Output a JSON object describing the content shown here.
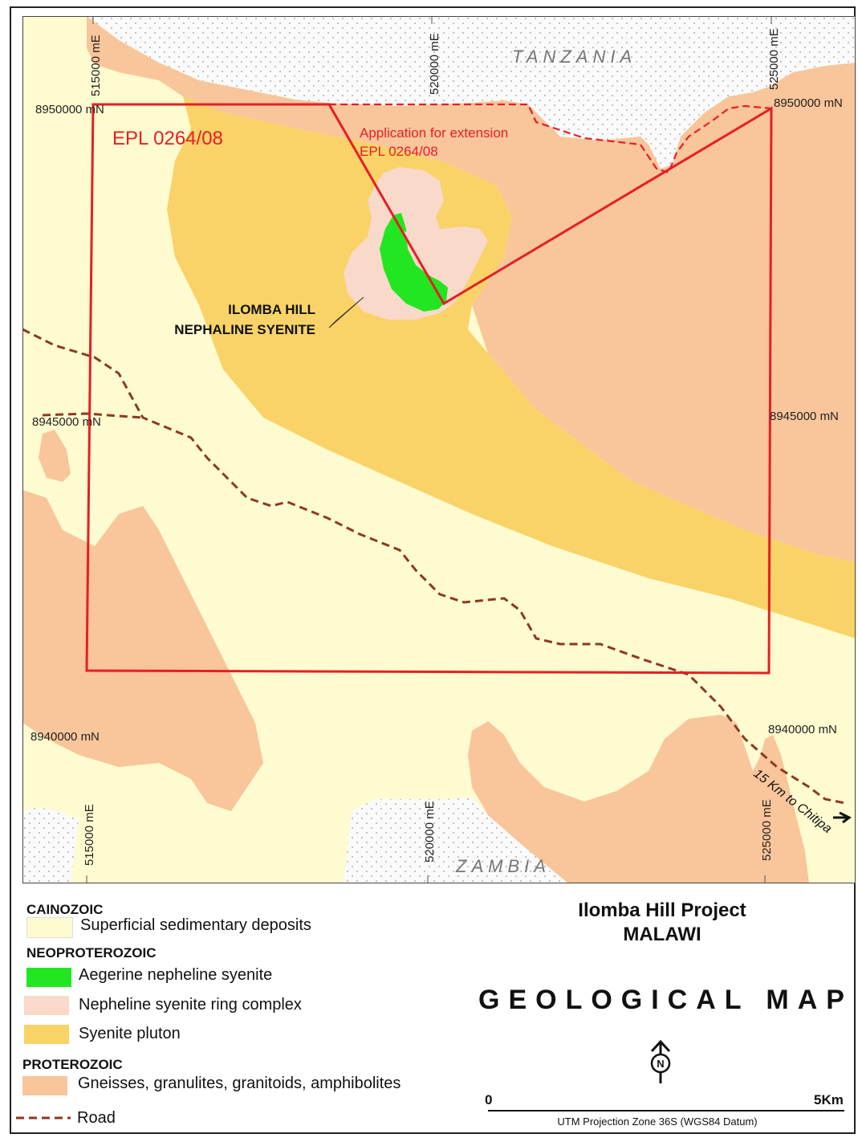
{
  "map": {
    "country_north": "TANZANIA",
    "country_south": "ZAMBIA",
    "epl_label": "EPL 0264/08",
    "extension_label_1": "Application for extension",
    "extension_label_2": "EPL 0264/08",
    "feature_label_1": "ILOMBA HILL",
    "feature_label_2": "NEPHALINE SYENITE",
    "road_note": "15 Km to Chitipa",
    "grid_top": [
      "515000 mE",
      "520000 mE",
      "525000 mE"
    ],
    "grid_bottom": [
      "515000 mE",
      "520000 mE",
      "525000 mE"
    ],
    "grid_left": [
      "8950000 mN",
      "8945000 mN",
      "8940000 mN"
    ],
    "grid_right": [
      "8950000 mN",
      "8945000 mN",
      "8940000 mN"
    ],
    "colors": {
      "superficial": "#FEFBD0",
      "aegerine": "#22E622",
      "ring_complex": "#F9D9C9",
      "syenite_pluton": "#F9D367",
      "gneisses": "#F9C59A",
      "boundary": "#E61E25",
      "road": "#8B3A22",
      "outside_country": "#FAFAFA"
    }
  },
  "legend": {
    "cainozoic": "CAINOZOIC",
    "superficial": "Superficial sedimentary deposits",
    "neoproterozoic": "NEOPROTEROZOIC",
    "aegerine": "Aegerine nepheline syenite",
    "ring_complex": "Nepheline syenite ring complex",
    "syenite_pluton": "Syenite pluton",
    "proterozoic": "PROTEROZOIC",
    "gneisses": "Gneisses, granulites, granitoids, amphibolites",
    "road": "Road"
  },
  "title": {
    "project": "Ilomba Hill Project",
    "country": "MALAWI",
    "map_title": "GEOLOGICAL MAP",
    "north_symbol": "N",
    "scale_start": "0",
    "scale_end": "5Km",
    "projection": "UTM Projection Zone 36S (WGS84 Datum)"
  }
}
